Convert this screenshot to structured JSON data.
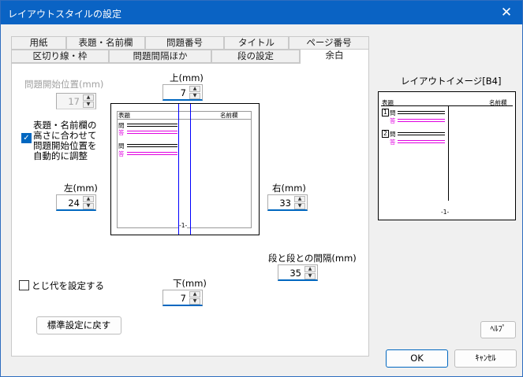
{
  "window": {
    "title": "レイアウトスタイルの設定",
    "close_glyph": "✕"
  },
  "tabs_row1": [
    "用紙",
    "表題・名前欄",
    "問題番号",
    "タイトル",
    "ページ番号"
  ],
  "tabs_row2": [
    "区切り線・枠",
    "問題間隔ほか",
    "段の設定",
    "余白"
  ],
  "active_tab": "余白",
  "margin_tab": {
    "problem_start_label": "問題開始位置(mm)",
    "problem_start_value": "17",
    "auto_adjust_label_lines": [
      "表題・名前欄の",
      "高さに合わせて",
      "問題開始位置を",
      "自動的に調整"
    ],
    "auto_adjust_checked": true,
    "top_label": "上(mm)",
    "top_value": "7",
    "left_label": "左(mm)",
    "left_value": "24",
    "right_label": "右(mm)",
    "right_value": "33",
    "bottom_label": "下(mm)",
    "bottom_value": "7",
    "column_gap_label": "段と段との間隔(mm)",
    "column_gap_value": "35",
    "binding_label": "とじ代を設定する",
    "binding_checked": false,
    "reset_button": "標準設定に戻す"
  },
  "preview": {
    "header_title": "表題",
    "header_name": "名前欄",
    "question_mark": "問",
    "answer_mark": "答",
    "page_number": "-1-",
    "q1": "1",
    "q2": "2"
  },
  "layout_image": {
    "label": "レイアウトイメージ[B4]"
  },
  "buttons": {
    "help": "ﾍﾙﾌﾟ",
    "ok": "OK",
    "cancel": "ｷｬﾝｾﾙ"
  },
  "spin_glyphs": {
    "up": "▲",
    "down": "▼",
    "check": "✓"
  }
}
